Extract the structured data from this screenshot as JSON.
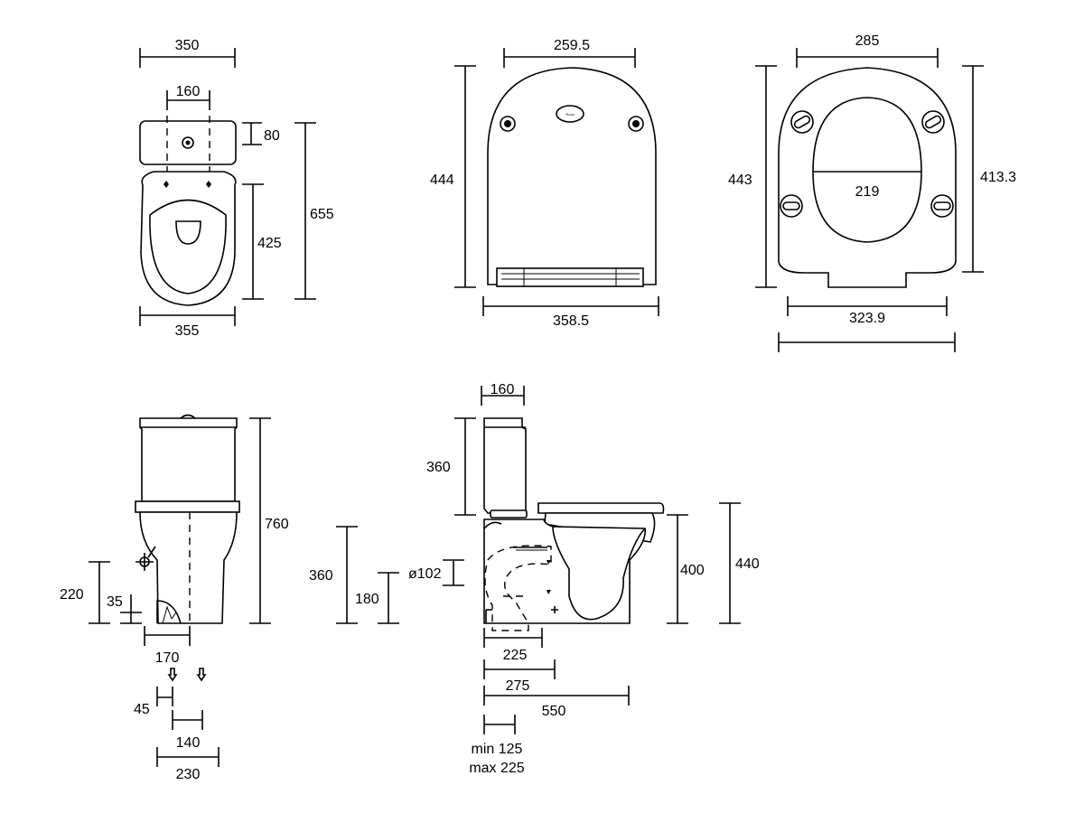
{
  "colors": {
    "line": "#000000",
    "background": "#ffffff"
  },
  "views": {
    "top": {
      "width_top": "350",
      "cistern_fixing": "160",
      "cistern_depth": "80",
      "pan_length": "425",
      "overall_length": "655",
      "width_bottom": "355"
    },
    "seat_lid": {
      "width_top": "259.5",
      "height": "444",
      "width_bottom": "358.5",
      "logo": "Roca"
    },
    "seat_ring": {
      "width_top": "285",
      "height_left": "443",
      "opening_width": "219",
      "height_right": "413.3",
      "width_bottom": "323.9"
    },
    "front": {
      "overall_height": "760",
      "inlet_height": "220",
      "inlet_offset": "35",
      "base_width": "170",
      "fixing_offset": "45",
      "fixing_spacing": "140",
      "fixing_overall": "230"
    },
    "side": {
      "cistern_depth": "160",
      "cistern_height": "360",
      "outlet_height": "360",
      "outlet_center": "180",
      "outlet_diameter": "ø102",
      "pan_height": "400",
      "seat_height": "440",
      "dim_225": "225",
      "dim_275": "275",
      "dim_550": "550",
      "setout_min": "min 125",
      "setout_max": "max 225"
    }
  }
}
